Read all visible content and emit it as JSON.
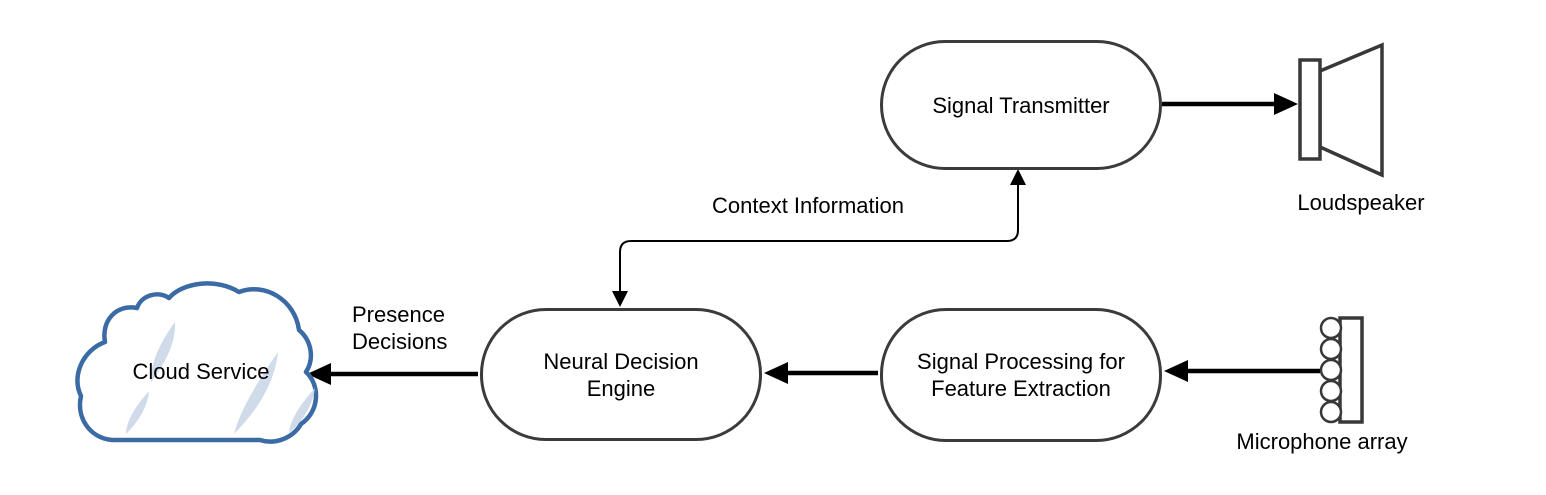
{
  "diagram": {
    "title_hint": "Acoustic presence-detection system block diagram",
    "nodes": {
      "signal_transmitter": {
        "label": "Signal Transmitter"
      },
      "neural_decision_engine": {
        "line1": "Neural Decision",
        "line2": "Engine"
      },
      "signal_processing": {
        "line1": "Signal Processing for",
        "line2": "Feature Extraction"
      }
    },
    "peripherals": {
      "loudspeaker": {
        "label": "Loudspeaker",
        "icon": "loudspeaker-icon"
      },
      "microphone_array": {
        "label": "Microphone array",
        "icon": "microphone-array-icon"
      },
      "cloud_service": {
        "label": "Cloud Service",
        "icon": "cloud-icon"
      }
    },
    "edge_labels": {
      "context_information": "Context Information",
      "presence_line1": "Presence",
      "presence_line2": "Decisions"
    },
    "edges": [
      {
        "from": "Signal Transmitter",
        "to": "Loudspeaker",
        "label": "",
        "style": "thick-arrow"
      },
      {
        "from": "Microphone array",
        "to": "Signal Processing for Feature Extraction",
        "label": "",
        "style": "thick-arrow"
      },
      {
        "from": "Signal Processing for Feature Extraction",
        "to": "Neural Decision Engine",
        "label": "",
        "style": "thick-arrow"
      },
      {
        "from": "Neural Decision Engine",
        "to": "Cloud Service",
        "label": "Presence Decisions",
        "style": "thick-arrow"
      },
      {
        "from": "Neural Decision Engine",
        "to": "Signal Transmitter",
        "label": "Context Information",
        "style": "thin-elbow-double-arrow"
      }
    ],
    "colors": {
      "background": "#ffffff",
      "node_stroke": "#3b3b3b",
      "icon_stroke": "#383838",
      "arrow": "#000000",
      "text": "#000000",
      "cloud_stroke": "#3a6ba5",
      "cloud_accent": "#ccd8e8"
    }
  }
}
